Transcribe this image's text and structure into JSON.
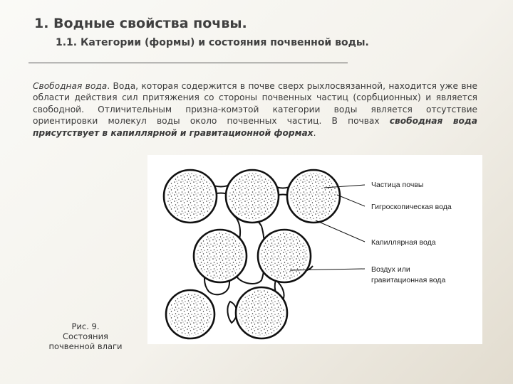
{
  "heading": {
    "title": "1. Водные свойства почвы.",
    "subtitle": "1.1. Категории (формы) и состояния почвенной воды."
  },
  "paragraph": {
    "term": "Свободная вода",
    "intro": ". Вода, которая содержится в почве сверх рыхлосвязанной, находится уже вне области действия сил притяжения со стороны почвенных частиц (сорбционных) и является свободной. Отличительным призна-комэтой категории воды является отсутствие ориентировки молекул воды около почвенных частиц. В почвах ",
    "emphasis": "свободная вода присутствует в капиллярной и гравитационной формах",
    "end": "."
  },
  "figure": {
    "labels": [
      "Частица почвы",
      "Гигроскопическая вода",
      "Капиллярная вода",
      "Воздух или",
      "гравитационная вода"
    ]
  },
  "caption": {
    "line1": "Рис. 9.",
    "line2": "Состояния",
    "line3": "почвенной влаги"
  }
}
